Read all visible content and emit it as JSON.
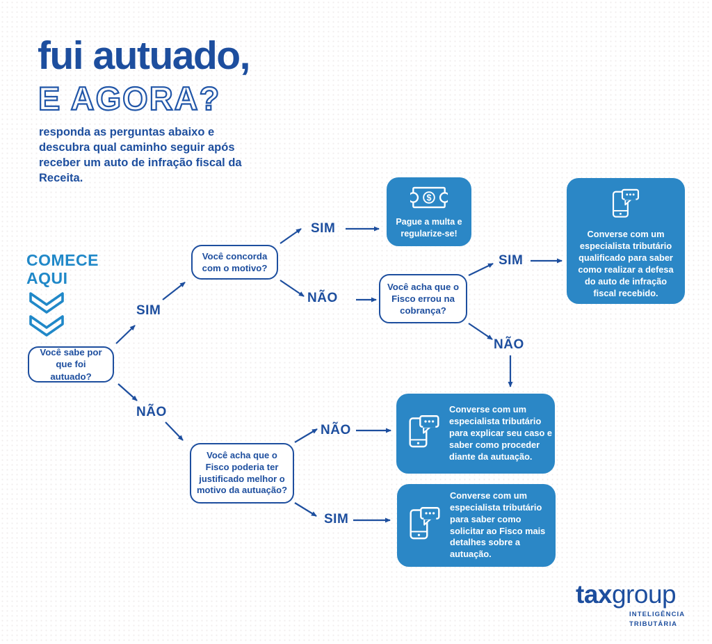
{
  "header": {
    "title_line1": "fui autuado,",
    "title_line2": "E AGORA?",
    "subtitle": "responda as perguntas abaixo e descubra qual caminho seguir após receber um auto de infração fiscal da Receita."
  },
  "start_marker": {
    "line1": "COMECE",
    "line2": "AQUI",
    "icon": "double-chevron-down"
  },
  "questions": {
    "q1": "Você sabe por que foi autuado?",
    "q2": "Você concorda com o motivo?",
    "q3": "Você acha que o Fisco errou na cobrança?",
    "q4": "Você acha que o Fisco poderia ter justificado melhor o motivo da autuação?"
  },
  "results": {
    "pay": {
      "icon": "ticket-dollar",
      "text": "Pague a multa e regularize-se!"
    },
    "defense": {
      "icon": "phone-chat",
      "text": "Converse com um especialista tributário qualificado para saber como realizar a defesa do auto de infração fiscal recebido."
    },
    "proceed": {
      "icon": "phone-chat",
      "text": "Converse com um especialista tributário para explicar seu caso e saber como proceder diante da autuação."
    },
    "details": {
      "icon": "phone-chat",
      "text": "Converse com um especialista tributário para saber como solicitar ao Fisco mais detalhes sobre a autuação."
    }
  },
  "labels": {
    "sim": "SIM",
    "nao": "NÃO"
  },
  "logo": {
    "bold": "tax",
    "light": "group",
    "tagline_line1": "INTELIGÊNCIA",
    "tagline_line2": "TRIBUTÁRIA"
  },
  "colors": {
    "dark_blue": "#1d4e9e",
    "light_blue": "#2088c8",
    "result_box_blue": "#2b87c6",
    "white": "#ffffff"
  }
}
